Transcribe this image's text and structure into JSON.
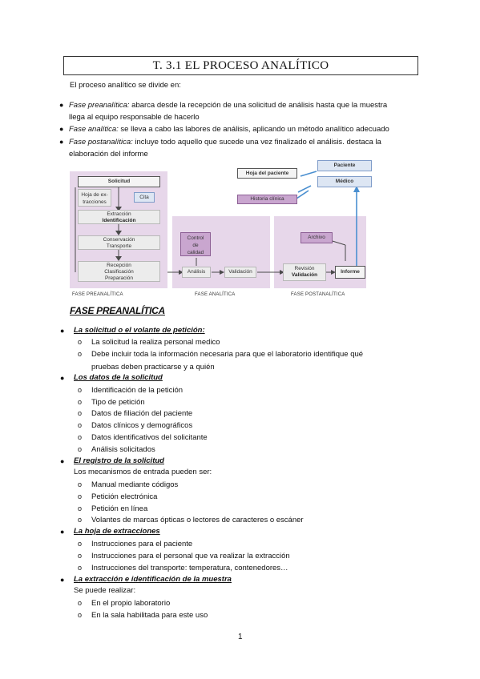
{
  "title": "T. 3.1 EL PROCESO ANALÍTICO",
  "intro": "El proceso analítico se divide en:",
  "phases": [
    {
      "term": "Fase preanalítica:",
      "text": " abarca desde la recepción de una solicitud de análisis hasta que la muestra",
      "cont": "llega al equipo responsable de hacerlo"
    },
    {
      "term": "Fase analítica:",
      "text": " se lleva a cabo las labores de análisis, aplicando un método analítico adecuado"
    },
    {
      "term": "Fase postanalítica:",
      "text": " incluye todo aquello que sucede una vez finalizado el análisis. destaca la",
      "cont": "elaboración del informe"
    }
  ],
  "diagram": {
    "solicitud": "Solicitud",
    "hoja_extracciones": "Hoja de ex-\ntracciones",
    "cita": "Cita",
    "extraccion": "Extracción",
    "identificacion": "Identificación",
    "conservacion": "Conservación",
    "transporte": "Transporte",
    "recepcion": "Recepción",
    "clasificacion": "Clasificación",
    "preparacion": "Preparación",
    "control_calidad": "Control\nde\ncalidad",
    "analisis": "Análisis",
    "validacion": "Validación",
    "revision": "Revisión",
    "validacion2": "Validación",
    "informe": "Informe",
    "archivo": "Archivo",
    "hoja_paciente": "Hoja del paciente",
    "historia_clinica": "Historia clínica",
    "paciente": "Paciente",
    "medico": "Médico",
    "cap_pre": "FASE PREANALÍTICA",
    "cap_ana": "FASE ANALÍTICA",
    "cap_post": "FASE POSTANALÍTICA"
  },
  "heading": "FASE PREANALÍTICA",
  "sections": [
    {
      "title": "La solicitud o el volante de petición:",
      "items": [
        "La solicitud la realiza personal medico",
        "Debe incluir toda la información necesaria para que el laboratorio identifique qué"
      ],
      "cont": "pruebas deben practicarse y a quién"
    },
    {
      "title": "Los datos de la solicitud",
      "items": [
        "Identificación de la petición",
        "Tipo de petición",
        "Datos de filiación del paciente",
        "Datos clínicos y demográficos",
        "Datos identificativos del solicitante",
        "Análisis solicitados"
      ]
    },
    {
      "title": "El registro de la solicitud",
      "lead": "Los mecanismos de entrada pueden ser:",
      "items": [
        "Manual mediante códigos",
        "Petición electrónica",
        "Petición en línea",
        "Volantes de marcas ópticas o lectores de caracteres o escáner"
      ]
    },
    {
      "title": "La hoja de extracciones",
      "items": [
        "Instrucciones para el paciente",
        "Instrucciones para el personal que va realizar la extracción",
        "Instrucciones del transporte: temperatura, contenedores…"
      ]
    },
    {
      "title": "La extracción e identificación de la muestra",
      "lead": "Se puede realizar:",
      "items": [
        "En el propio laboratorio",
        "En la sala habilitada para este uso"
      ]
    }
  ],
  "page_number": "1"
}
